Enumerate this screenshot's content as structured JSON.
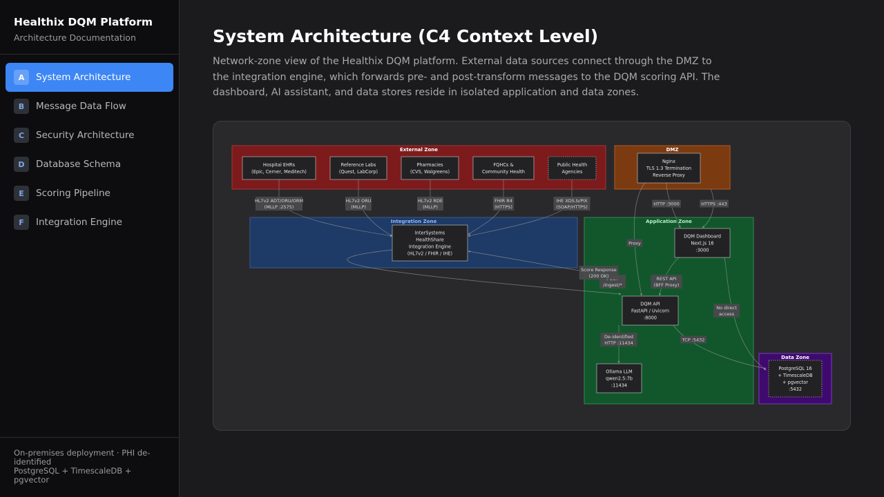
{
  "sidebar": {
    "title": "Healthix DQM Platform",
    "subtitle": "Architecture Documentation",
    "items": [
      {
        "letter": "A",
        "label": "System Architecture"
      },
      {
        "letter": "B",
        "label": "Message Data Flow"
      },
      {
        "letter": "C",
        "label": "Security Architecture"
      },
      {
        "letter": "D",
        "label": "Database Schema"
      },
      {
        "letter": "E",
        "label": "Scoring Pipeline"
      },
      {
        "letter": "F",
        "label": "Integration Engine"
      }
    ],
    "footer_line1": "On-premises deployment · PHI de-identified",
    "footer_line2": "PostgreSQL + TimescaleDB + pgvector"
  },
  "main": {
    "title": "System Architecture (C4 Context Level)",
    "description": "Network-zone view of the Healthix DQM platform. External data sources connect through the DMZ to the integration engine, which forwards pre- and post-transform messages to the DQM scoring API. The dashboard, AI assistant, and data stores reside in isolated application and data zones."
  },
  "diagram": {
    "zones": {
      "external": "External Zone",
      "dmz": "DMZ",
      "integration": "Integration Zone",
      "application": "Application Zone",
      "data": "Data Zone"
    },
    "nodes": {
      "ehr": [
        "Hospital EHRs",
        "(Epic, Cerner, Meditech)"
      ],
      "labs": [
        "Reference Labs",
        "(Quest, LabCorp)"
      ],
      "pharm": [
        "Pharmacies",
        "(CVS, Walgreens)"
      ],
      "fqhc": [
        "FQHCs &",
        "Community Health"
      ],
      "ph": [
        "Public Health",
        "Agencies"
      ],
      "nginx": [
        "Nginx",
        "TLS 1.3 Termination",
        "Reverse Proxy"
      ],
      "hs": [
        "InterSystems",
        "HealthShare",
        "Integration Engine",
        "(HL7v2 / FHIR / IHE)"
      ],
      "dash": [
        "DQM Dashboard",
        "Next.js 16",
        ":3000"
      ],
      "api": [
        "DQM API",
        "FastAPI / Uvicorn",
        ":8000"
      ],
      "llm": [
        "Ollama LLM",
        "qwen2.5:7b",
        ":11434"
      ],
      "pg": [
        "PostgreSQL 16",
        "+ TimescaleDB",
        "+ pgvector",
        ":5432"
      ]
    },
    "edge_labels": {
      "ehr": [
        "HL7v2 ADT/ORU/ORM",
        "(MLLP :2575)"
      ],
      "labs": [
        "HL7v2 ORU",
        "(MLLP)"
      ],
      "pharm": [
        "HL7v2 RDE",
        "(MLLP)"
      ],
      "fqhc": [
        "FHIR R4",
        "(HTTPS)"
      ],
      "ph": [
        "IHE XDS.b/PIX",
        "(SOAP/HTTPS)"
      ],
      "http3000": [
        "HTTP :3000"
      ],
      "https443": [
        "HTTPS :443"
      ],
      "proxy": [
        "Proxy"
      ],
      "post": [
        "POST",
        "/ingest/*"
      ],
      "score": [
        "Score Response",
        "(200 OK)"
      ],
      "rest": [
        "REST API",
        "(BFF Proxy)"
      ],
      "noaccess": [
        "No direct",
        "access"
      ],
      "deid": [
        "De-identified",
        "HTTP :11434"
      ],
      "tcp": [
        "TCP :5432"
      ]
    },
    "colors": {
      "external_fill": "#7d1b1c",
      "dmz_fill": "#7c3a10",
      "integration_fill": "#1e3a66",
      "application_fill": "#12572c",
      "data_fill": "#3f0a6e",
      "node_fill": "#222224",
      "edge_label_fill": "#4a4a4c"
    }
  }
}
